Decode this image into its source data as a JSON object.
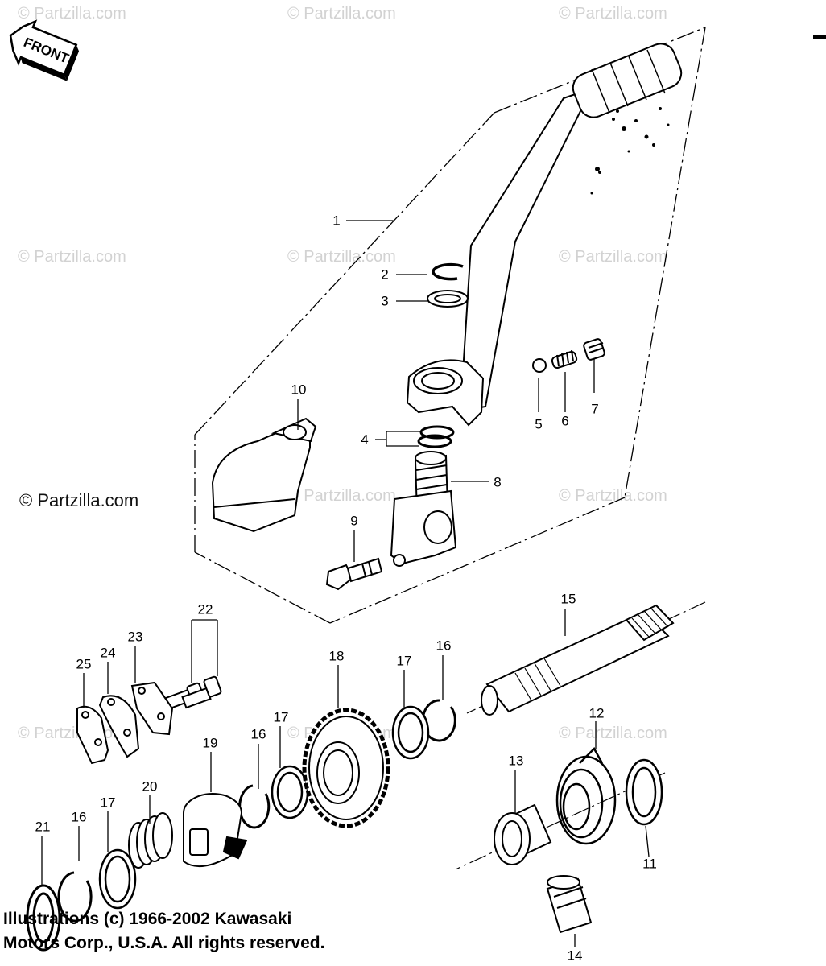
{
  "front_arrow_label": "FRONT",
  "watermark_text": "© Partzilla.com",
  "watermark_prominent": "© Partzilla.com",
  "copyright": {
    "line1": "Illustrations (c) 1966-2002 Kawasaki",
    "line2": "Motors Corp., U.S.A.  All rights reserved."
  },
  "callouts": {
    "c1": "1",
    "c2": "2",
    "c3": "3",
    "c4": "4",
    "c5": "5",
    "c6": "6",
    "c7": "7",
    "c8": "8",
    "c9": "9",
    "c10": "10",
    "c11": "11",
    "c12": "12",
    "c13": "13",
    "c14": "14",
    "c15": "15",
    "c16a": "16",
    "c16b": "16",
    "c16c": "16",
    "c17a": "17",
    "c17b": "17",
    "c17c": "17",
    "c18": "18",
    "c19": "19",
    "c20": "20",
    "c21": "21",
    "c22": "22",
    "c23": "23",
    "c24": "24",
    "c25": "25"
  }
}
